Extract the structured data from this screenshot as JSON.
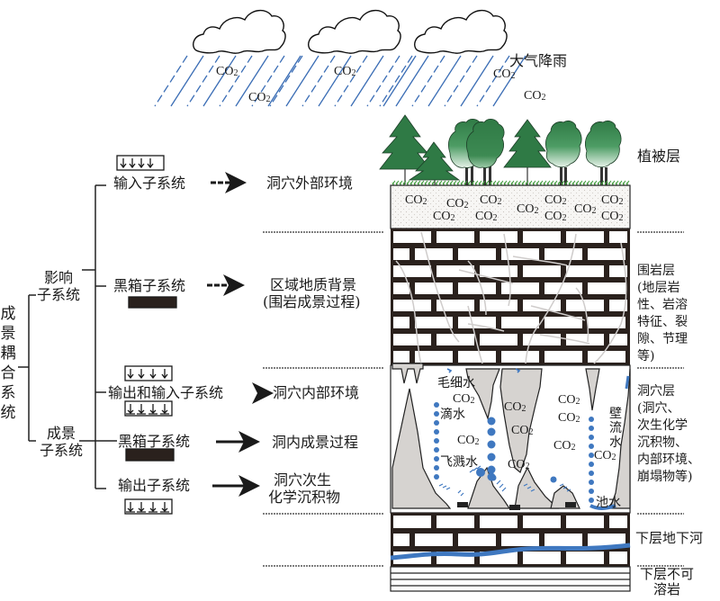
{
  "title_vertical": "成景耦合系统",
  "tree": {
    "branch1": "影响\n子系统",
    "branch1_lines": [
      "影响",
      "子系统"
    ],
    "branch2_lines": [
      "成景",
      "子系统"
    ],
    "subsystems": [
      {
        "label": "输入子系统",
        "icon": "input-arrows-box",
        "target": "洞穴外部环境"
      },
      {
        "label": "黑箱子系统",
        "icon": "black-box",
        "target_lines": [
          "区域地质背景",
          "(围岩成景过程)"
        ]
      },
      {
        "label": "输出和输入子系统",
        "icon": "input-output-arrows-box",
        "target": "洞穴内部环境"
      },
      {
        "label": "黑箱子系统",
        "icon": "black-box",
        "target": "洞内成景过程"
      },
      {
        "label": "输出子系统",
        "icon": "output-arrows-box",
        "target_lines": [
          "洞穴次生",
          "化学沉积物"
        ]
      }
    ]
  },
  "layers": {
    "rain": "大气降雨",
    "vegetation": "植被层",
    "bedrock_lines": [
      "围岩层",
      "(地层岩",
      "性、岩溶",
      "特征、裂",
      "隙、节理",
      "等)"
    ],
    "cave_lines": [
      "洞穴层",
      "(洞穴、",
      "次生化学",
      "沉积物、",
      "内部环境、",
      "崩塌物等)"
    ],
    "river": "下层地下河",
    "impermeable_lines": [
      "下层不可",
      "溶岩"
    ]
  },
  "cave_labels": {
    "capillary": "毛细水",
    "drip": "滴水",
    "splash": "飞溅水",
    "wall_flow": "壁流水",
    "pool": "池水"
  },
  "co2": {
    "base": "CO",
    "sub": "2"
  },
  "colors": {
    "rain": "#3a6db5",
    "water": "#3f78c0",
    "tree_dark": "#2f7a45",
    "tree_light": "#e6f2e8",
    "rock_fill": "#d6d3d0",
    "brick_mortar": "#2a211d",
    "soil": "#f4f2ef"
  }
}
